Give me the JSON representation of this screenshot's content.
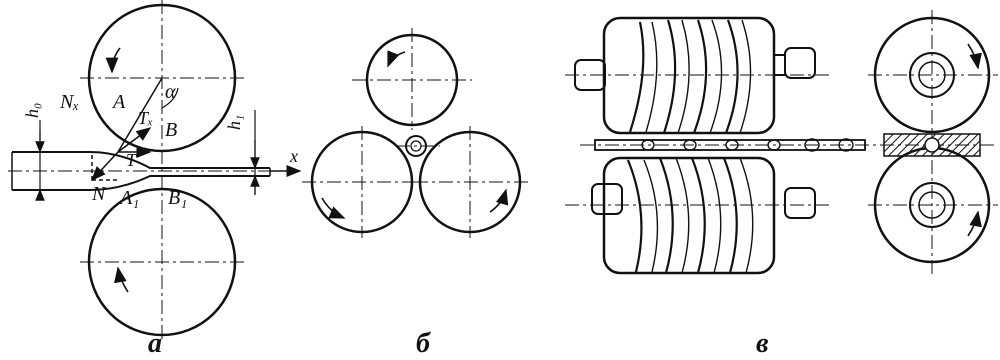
{
  "figure": {
    "panel_a": {
      "caption": "а",
      "labels": {
        "h0": "h₀",
        "Nx": "Nₓ",
        "A": "A",
        "alpha": "α",
        "Tx": "Tₓ",
        "B": "B",
        "h1": "h₁",
        "x": "x",
        "T": "T",
        "N": "N",
        "A1": "A₁",
        "B1": "B₁"
      }
    },
    "panel_b": {
      "caption": "б"
    },
    "panel_c": {
      "caption": "в"
    }
  },
  "colors": {
    "ink": "#111111",
    "background": "#ffffff"
  }
}
